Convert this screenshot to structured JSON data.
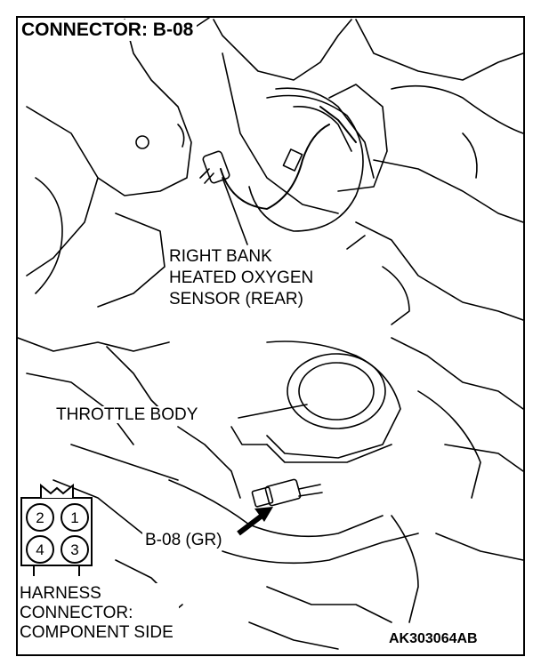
{
  "title": "CONNECTOR: B-08",
  "sensor_label": [
    "RIGHT BANK",
    "HEATED OXYGEN",
    "SENSOR (REAR)"
  ],
  "throttle_label": "THROTTLE BODY",
  "connector_label": "B-08 (GR)",
  "harness_label": [
    "HARNESS",
    "CONNECTOR:",
    "COMPONENT SIDE"
  ],
  "pins": [
    "2",
    "1",
    "4",
    "3"
  ],
  "figure_code": "AK303064AB"
}
